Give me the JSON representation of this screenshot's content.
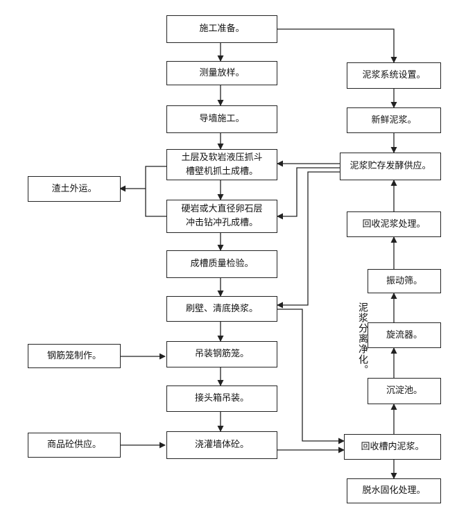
{
  "nodes": {
    "prep": "施工准备。",
    "survey": "测量放样。",
    "guide_wall": "导墙施工。",
    "grab": [
      "土层及软岩液压抓斗",
      "槽壁机抓土成槽。"
    ],
    "soil_out": "渣土外运。",
    "impact": [
      "硬岩或大直径卵石层",
      "冲击钻冲孔成槽。"
    ],
    "quality": "成槽质量检验。",
    "brush": "刷壁、清底换浆。",
    "cage_make": "钢筋笼制作。",
    "hoist": "吊装钢筋笼。",
    "joint": "接头箱吊装。",
    "concrete_supply": "商品砼供应。",
    "pour": "浇灌墙体砼。",
    "slurry_setup": "泥浆系统设置。",
    "fresh_slurry": "新鲜泥浆。",
    "storage": "泥浆贮存发酵供应。",
    "recycle_treat": "回收泥浆处理。",
    "vib_screen": "振动筛。",
    "cyclone": "旋流器。",
    "settle": "沉淀池。",
    "recover": "回收槽内泥浆。",
    "dewater": "脱水固化处理。"
  },
  "side_label": "泥浆分离净化。",
  "colors": {
    "line": "#222222",
    "box_border": "#222222",
    "text": "#111111",
    "background": "#ffffff"
  }
}
